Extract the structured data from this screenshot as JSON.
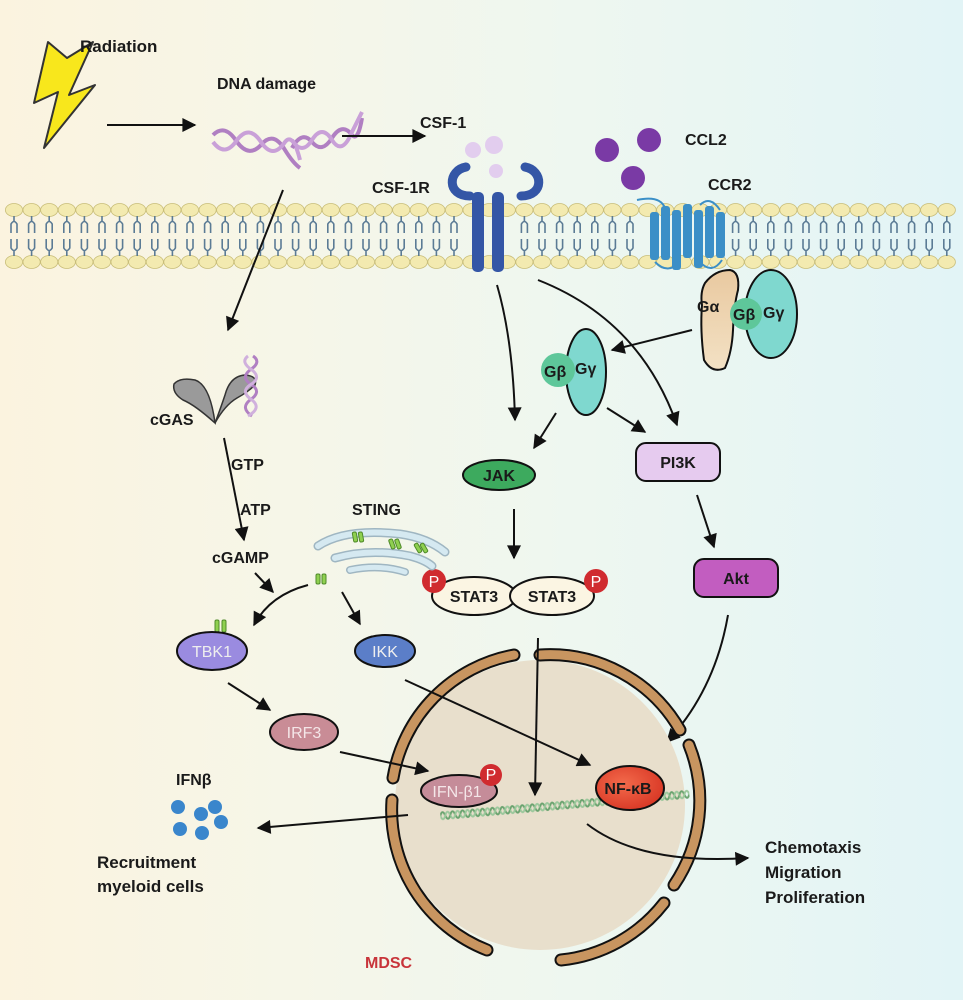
{
  "figure": {
    "cell_label": "MDSC",
    "colors": {
      "cell_label": "#c8343a",
      "membrane_head": "#f3eab0",
      "membrane_tail": "#5b7b95",
      "csf1r": "#3456a6",
      "ccr2": "#3b8fc7",
      "csf1_ligand": "#dcc3ea",
      "ccl2_ligand": "#7a3aa5",
      "dna": "#b07fc2",
      "galpha": "#efd6b0",
      "gbeta": "#5ec79a",
      "ggamma": "#7fd8cf",
      "jak": "#3daa5e",
      "pi3k": "#e6cbef",
      "akt": "#c25dc0",
      "stat3": "#fbf5e3",
      "phospho": "#d02b2f",
      "tbk1": "#9a8be0",
      "ikk": "#5b7ec8",
      "irf3": "#c98c96",
      "ifnb1": "#c58c99",
      "nfkb": "#e8432a",
      "nucleus_fill": "#e8dfcc",
      "nuclear_envelope": "#c89560",
      "ifnb_dots": "#3a86cc",
      "sting_er": "#cfe6ef",
      "sting_dimer": "#8fd050",
      "cgas": "#9a9a9a",
      "lightning": "#f8e71c"
    }
  },
  "labels": {
    "radiation": "Radiation",
    "dna_damage": "DNA damage",
    "csf1": "CSF-1",
    "csf1r": "CSF-1R",
    "ccl2": "CCL2",
    "ccr2": "CCR2",
    "galpha": "Gα",
    "gbeta": "Gβ",
    "ggamma": "Gγ",
    "cgas": "cGAS",
    "gtp": "GTP",
    "atp": "ATP",
    "cgamp": "cGAMP",
    "sting": "STING",
    "jak": "JAK",
    "pi3k": "PI3K",
    "akt": "Akt",
    "stat3": "STAT3",
    "phospho": "P",
    "tbk1": "TBK1",
    "ikk": "IKK",
    "irf3": "IRF3",
    "ifnb1": "IFN-β1",
    "nfkb": "NF-κB",
    "ifnb": "IFNβ",
    "recruitment_line1": "Recruitment",
    "recruitment_line2": "myeloid cells",
    "outcome_line1": "Chemotaxis",
    "outcome_line2": "Migration",
    "outcome_line3": "Proliferation"
  }
}
